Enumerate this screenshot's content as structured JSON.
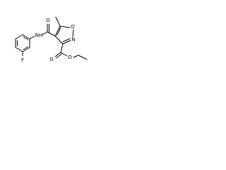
{
  "molecule": {
    "atoms": {
      "F": "F",
      "NH": "NH",
      "O_amide": "O",
      "O_ring": "O",
      "N_ring": "N",
      "O_ester_carbonyl": "O",
      "O_ester": "O"
    }
  }
}
